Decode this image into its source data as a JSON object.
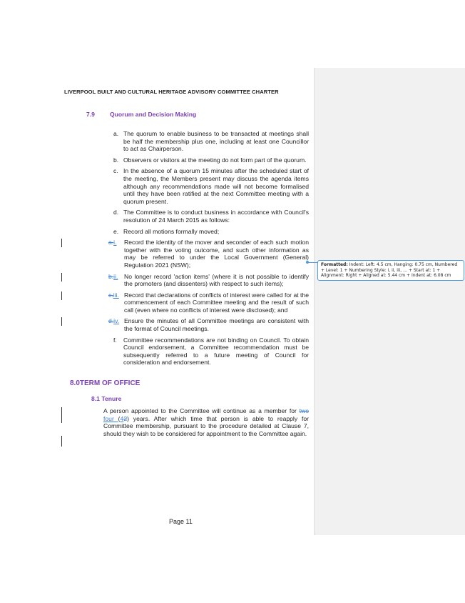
{
  "header": "LIVERPOOL BUILT AND CULTURAL HERITAGE ADVISORY COMMITTEE CHARTER",
  "section79": {
    "number": "7.9",
    "title": "Quorum and Decision Making"
  },
  "items": [
    {
      "label": "a.",
      "text": "The quorum to enable business to be transacted at meetings shall be half the membership plus one, including at least one Councillor to act as Chairperson."
    },
    {
      "label": "b.",
      "text": "Observers or visitors at the meeting do not form part of the quorum."
    },
    {
      "label": "c.",
      "text": "In the absence of a quorum 15 minutes after the scheduled start of the meeting, the Members present may discuss the agenda items although any recommendations made will not become formalised until they have been ratified at the next Committee meeting with a quorum present."
    },
    {
      "label": "d.",
      "text": "The Committee is to conduct business in accordance with Council's resolution of 24 March 2015 as follows:"
    },
    {
      "label": "e.",
      "text": "Record all motions formally moved;"
    },
    {
      "label": "f.",
      "text": "Committee recommendations are not binding on Council. To obtain Council endorsement, a Committee recommendation must be subsequently referred to a future meeting of Council for consideration and endorsement."
    }
  ],
  "subitems": [
    {
      "old": "a.",
      "new": "i.",
      "text": "Record the identity of the mover and seconder of each such motion together with the voting outcome, and such other information as may be referred to under the Local Government (General) Regulation 2021 (NSW);"
    },
    {
      "old": "b.",
      "new": "ii.",
      "text": "No longer record 'action items' (where it is not possible to identify the promoters (and dissenters) with respect to such items);"
    },
    {
      "old": "c.",
      "new": "iii.",
      "text": "Record that declarations of conflicts of interest were called for at the commencement of each Committee meeting and the result of such call (even where no conflicts of interest were disclosed); and"
    },
    {
      "old": "d.",
      "new": "iv.",
      "text": "Ensure the minutes of all Committee meetings are consistent with the format of Council meetings."
    }
  ],
  "section8": {
    "title": "8.0TERM OF OFFICE",
    "sub": "8.1 Tenure",
    "p_a": "A person appointed to the Committee will continue as a member for ",
    "del1": "two",
    "ins1": "four ",
    "p_b": " (",
    "ins2": "4",
    "del2": "2",
    "p_c": ") years. After which time that person is able to reapply for Committee membership, pursuant to the procedure detailed at Clause 7, should they wish to be considered for appointment to the Committee again."
  },
  "footer": "Page 11",
  "comment": {
    "label": "Formatted:",
    "text": " Indent: Left:  4.5 cm, Hanging:  0.75 cm, Numbered + Level: 1 + Numbering Style: i, ii, iii, … + Start at: 1 + Alignment: Right + Aligned at:  5.44 cm + Indent at:  6.08 cm"
  }
}
